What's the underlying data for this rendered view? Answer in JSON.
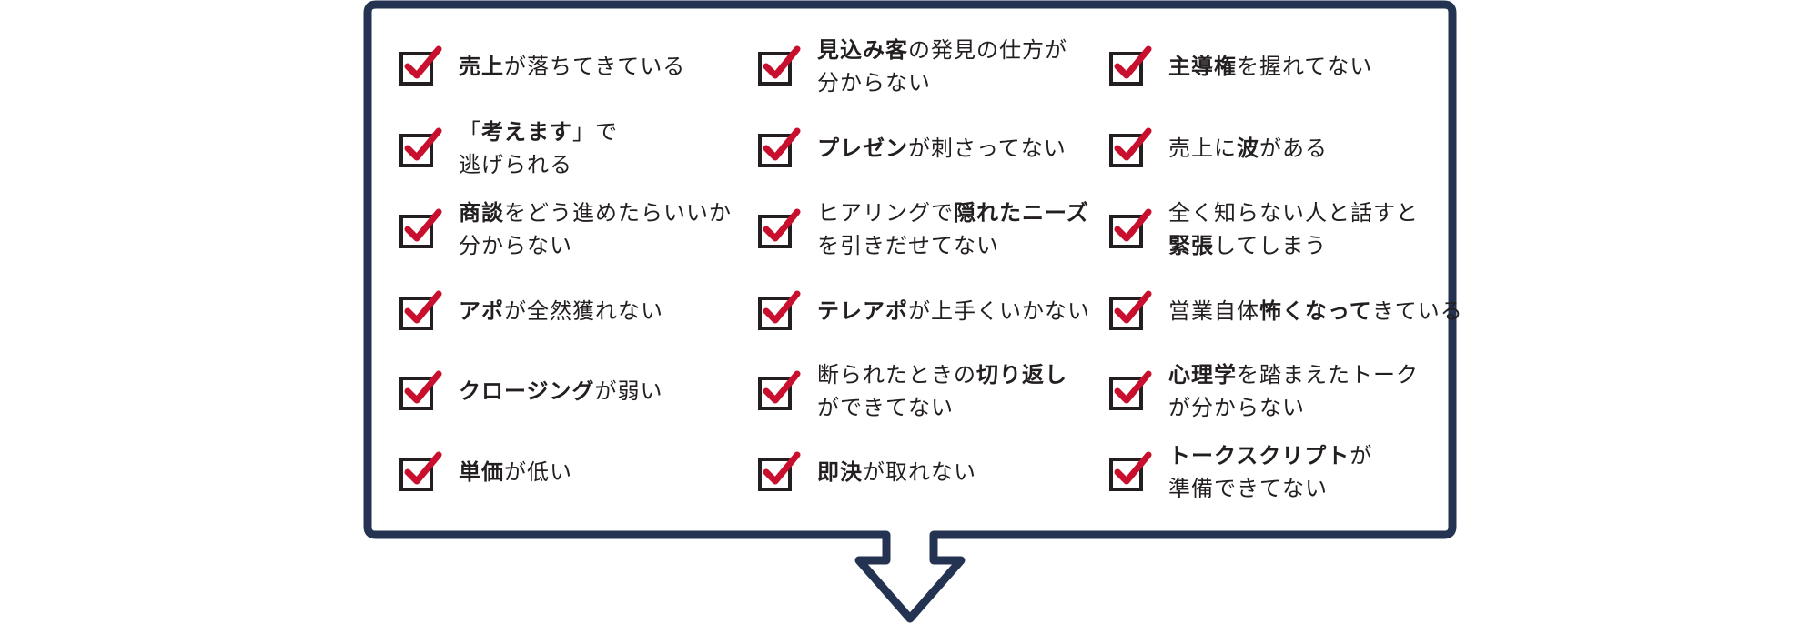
{
  "colors": {
    "frame": "#243352",
    "check_mark": "#c8102e",
    "box": "#231f20",
    "text": "#231f20"
  },
  "checklist": {
    "columns": [
      {
        "items": [
          {
            "lines": [
              [
                {
                  "t": "売上",
                  "b": true
                },
                {
                  "t": "が落ちてきている",
                  "b": false
                }
              ]
            ]
          },
          {
            "lines": [
              [
                {
                  "t": "「",
                  "b": false
                },
                {
                  "t": "考えます",
                  "b": true
                },
                {
                  "t": "」で",
                  "b": false
                }
              ],
              [
                {
                  "t": "逃げられる",
                  "b": false
                }
              ]
            ]
          },
          {
            "lines": [
              [
                {
                  "t": "商談",
                  "b": true
                },
                {
                  "t": "をどう進めたらいいか",
                  "b": false
                }
              ],
              [
                {
                  "t": "分からない",
                  "b": false
                }
              ]
            ]
          },
          {
            "lines": [
              [
                {
                  "t": "アポ",
                  "b": true
                },
                {
                  "t": "が全然獲れない",
                  "b": false
                }
              ]
            ]
          },
          {
            "lines": [
              [
                {
                  "t": "クロージング",
                  "b": true
                },
                {
                  "t": "が弱い",
                  "b": false
                }
              ]
            ]
          },
          {
            "lines": [
              [
                {
                  "t": "単価",
                  "b": true
                },
                {
                  "t": "が低い",
                  "b": false
                }
              ]
            ]
          }
        ]
      },
      {
        "items": [
          {
            "lines": [
              [
                {
                  "t": "見込み客",
                  "b": true
                },
                {
                  "t": "の発見の仕方が",
                  "b": false
                }
              ],
              [
                {
                  "t": "分からない",
                  "b": false
                }
              ]
            ]
          },
          {
            "lines": [
              [
                {
                  "t": "プレゼン",
                  "b": true
                },
                {
                  "t": "が刺さってない",
                  "b": false
                }
              ]
            ]
          },
          {
            "lines": [
              [
                {
                  "t": "ヒアリングで",
                  "b": false
                },
                {
                  "t": "隠れたニーズ",
                  "b": true
                }
              ],
              [
                {
                  "t": "を引きだせてない",
                  "b": false
                }
              ]
            ]
          },
          {
            "lines": [
              [
                {
                  "t": "テレアポ",
                  "b": true
                },
                {
                  "t": "が上手くいかない",
                  "b": false
                }
              ]
            ]
          },
          {
            "lines": [
              [
                {
                  "t": "断られたときの",
                  "b": false
                },
                {
                  "t": "切り返し",
                  "b": true
                }
              ],
              [
                {
                  "t": "ができてない",
                  "b": false
                }
              ]
            ]
          },
          {
            "lines": [
              [
                {
                  "t": "即決",
                  "b": true
                },
                {
                  "t": "が取れない",
                  "b": false
                }
              ]
            ]
          }
        ]
      },
      {
        "items": [
          {
            "lines": [
              [
                {
                  "t": "主導権",
                  "b": true
                },
                {
                  "t": "を握れてない",
                  "b": false
                }
              ]
            ]
          },
          {
            "lines": [
              [
                {
                  "t": "売上に",
                  "b": false
                },
                {
                  "t": "波",
                  "b": true
                },
                {
                  "t": "がある",
                  "b": false
                }
              ]
            ]
          },
          {
            "lines": [
              [
                {
                  "t": "全く知らない人と話すと",
                  "b": false
                }
              ],
              [
                {
                  "t": "緊張",
                  "b": true
                },
                {
                  "t": "してしまう",
                  "b": false
                }
              ]
            ]
          },
          {
            "lines": [
              [
                {
                  "t": "営業自体",
                  "b": false
                },
                {
                  "t": "怖くなって",
                  "b": true
                },
                {
                  "t": "きている",
                  "b": false
                }
              ]
            ]
          },
          {
            "lines": [
              [
                {
                  "t": "心理学",
                  "b": true
                },
                {
                  "t": "を踏まえたトーク",
                  "b": false
                }
              ],
              [
                {
                  "t": "が分からない",
                  "b": false
                }
              ]
            ]
          },
          {
            "lines": [
              [
                {
                  "t": "トークスクリプト",
                  "b": true
                },
                {
                  "t": "が",
                  "b": false
                }
              ],
              [
                {
                  "t": "準備できてない",
                  "b": false
                }
              ]
            ]
          }
        ]
      }
    ]
  }
}
